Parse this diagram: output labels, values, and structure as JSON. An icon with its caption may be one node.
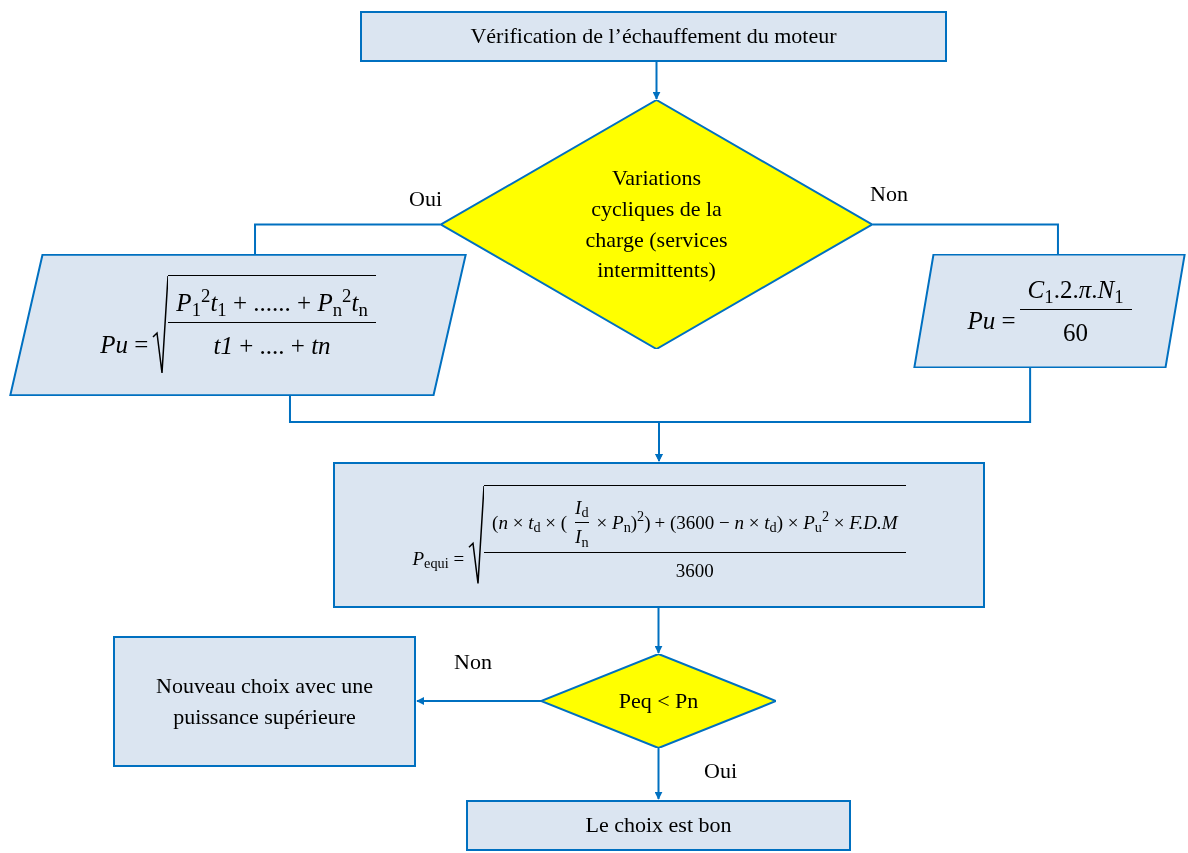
{
  "diagram": {
    "nodes": [
      {
        "text": [
          "Vérification de l’échauffement du moteur"
        ]
      },
      {
        "text": [
          "Variations cycliques de la charge (services intermittents)"
        ]
      },
      {
        "text": [
          "*Pu* =",
          "*P*$_{1}$$^{2}$*t*$_{1}$ + ...... + *P*$_{n}$$^{2}$*t*$_{n}$",
          "*t1* + .... + *tn*"
        ]
      },
      {
        "text": [
          "*Pu* =",
          "*C*$_{1}$.2.*π*.*N*$_{1}$",
          "60"
        ]
      },
      {
        "text": [
          "*P*$_{equi}$ =",
          "(*n* × *t*$_{d}$ × (",
          "*I*$_{d}$",
          "*I*$_{n}$",
          "× *P*$_{n}$)$^{2}$)",
          "+ (3600 − *n* × *t*$_{d}$) × *P*$_{u}$$^{2}$ × *F.D.M*",
          "3600"
        ]
      },
      {
        "text": [
          "Nouveau choix avec une puissance supérieure"
        ]
      },
      {
        "text": [
          "Peq < Pn"
        ]
      },
      {
        "text": [
          "Le choix est bon"
        ]
      }
    ],
    "edges": [
      {
        "from": 0,
        "to": 1,
        "arrow": "to"
      },
      {
        "from": 1,
        "to": 2,
        "arrow": "none",
        "label": "Oui"
      },
      {
        "from": 1,
        "to": 3,
        "arrow": "none",
        "label": "Non"
      },
      {
        "from": 2,
        "to": 4,
        "arrow": "to"
      },
      {
        "from": 3,
        "to": 4,
        "arrow": "to"
      },
      {
        "from": 4,
        "to": 6,
        "arrow": "to"
      },
      {
        "from": 6,
        "to": 5,
        "arrow": "to",
        "label": "Non"
      },
      {
        "from": 6,
        "to": 7,
        "arrow": "to",
        "label": "Oui"
      }
    ]
  }
}
